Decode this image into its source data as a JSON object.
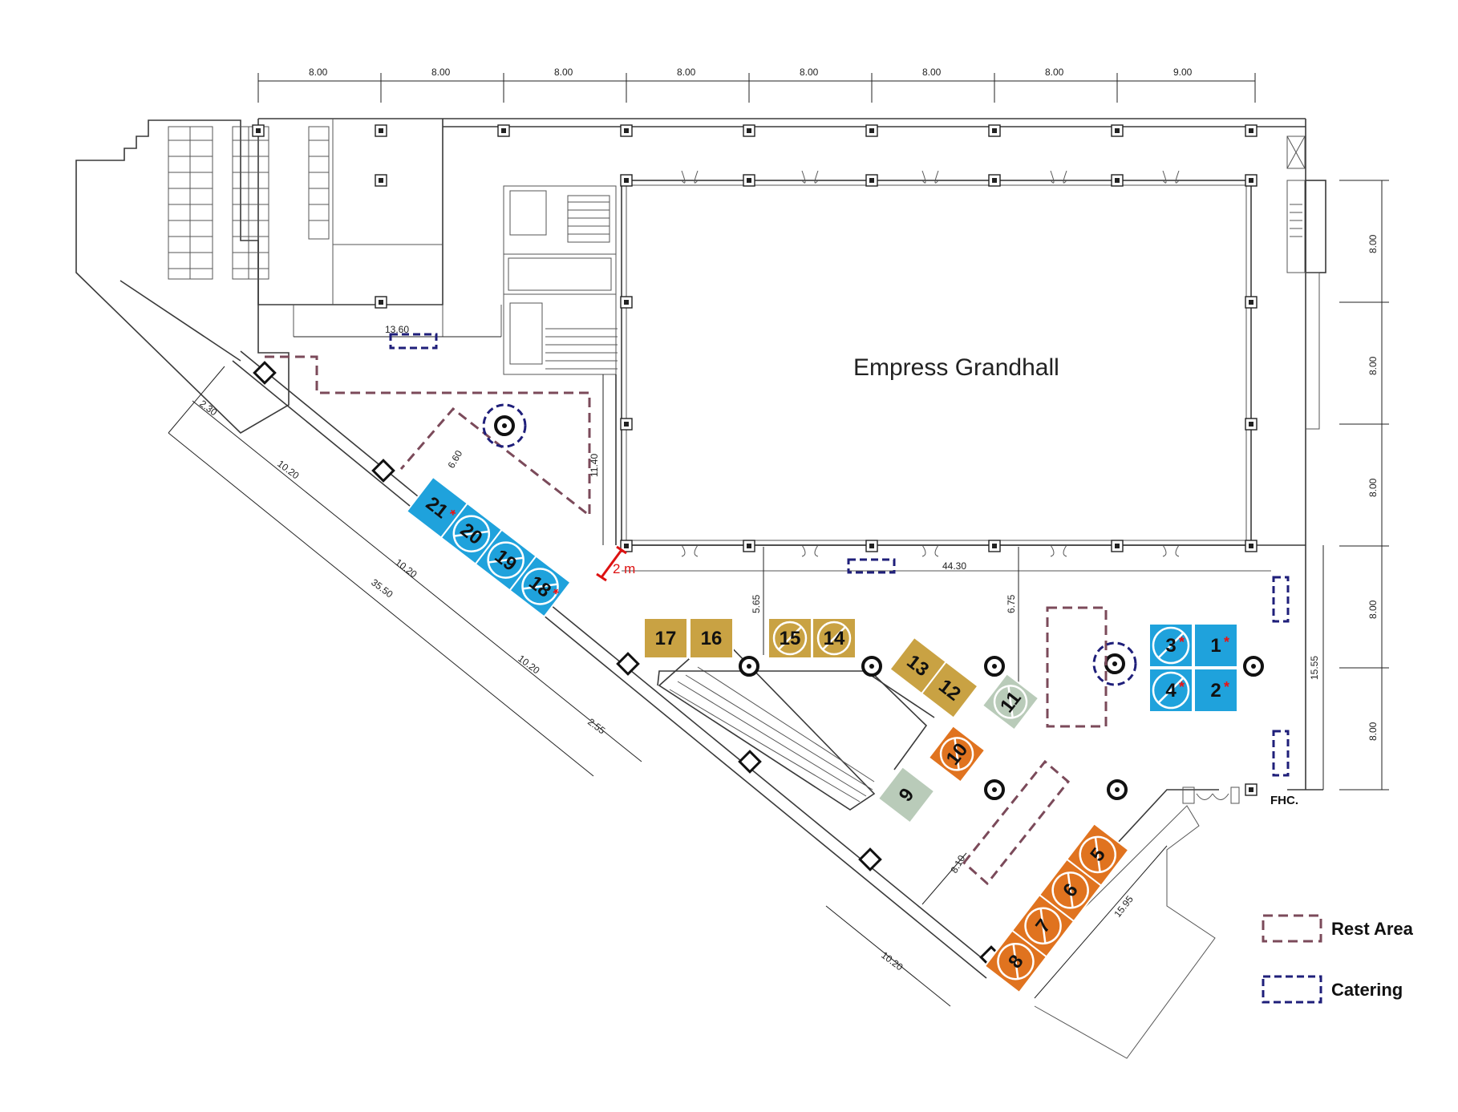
{
  "hall_name": "Empress Grandhall",
  "colors": {
    "blue_booth": "#1fa2dc",
    "gold_booth": "#c9a243",
    "orange_booth": "#e0731f",
    "sage_booth": "#b9cbb9",
    "rest_area": "#7b4a5a",
    "catering": "#1f1f7a",
    "red_marker": "#dd1111"
  },
  "dimensions": {
    "top": [
      "8.00",
      "8.00",
      "8.00",
      "8.00",
      "8.00",
      "8.00",
      "8.00",
      "9.00"
    ],
    "right": [
      "8.00",
      "8.00",
      "8.00",
      "8.00",
      "8.00"
    ],
    "span_1360": "13.60",
    "span_1140": "11.40",
    "span_660": "6.60",
    "span_4430": "44.30",
    "span_565": "5.65",
    "span_675": "6.75",
    "span_1555": "15.55",
    "span_230": "2.30",
    "span_1020_a": "10.20",
    "span_1020_b": "10.20",
    "span_1020_c": "10.20",
    "span_1020_d": "10.20",
    "span_3550": "35.50",
    "span_255": "2.55",
    "span_810": "8.10",
    "span_1595": "15.95"
  },
  "clearance_label": "2 m",
  "fhc_label": "FHC.",
  "legend": {
    "rest_area": "Rest Area",
    "catering": "Catering"
  },
  "booths": {
    "b1": {
      "label": "1",
      "star": "*",
      "taken": false,
      "color": "blue"
    },
    "b2": {
      "label": "2",
      "star": "*",
      "taken": false,
      "color": "blue"
    },
    "b3": {
      "label": "3",
      "star": "*",
      "taken": true,
      "color": "blue"
    },
    "b4": {
      "label": "4",
      "star": "*",
      "taken": true,
      "color": "blue"
    },
    "b5": {
      "label": "5",
      "star": "",
      "taken": true,
      "color": "orange"
    },
    "b6": {
      "label": "6",
      "star": "",
      "taken": true,
      "color": "orange"
    },
    "b7": {
      "label": "7",
      "star": "",
      "taken": true,
      "color": "orange"
    },
    "b8": {
      "label": "8",
      "star": "",
      "taken": true,
      "color": "orange"
    },
    "b9": {
      "label": "9",
      "star": "",
      "taken": false,
      "color": "sage"
    },
    "b10": {
      "label": "10",
      "star": "",
      "taken": true,
      "color": "orange"
    },
    "b11": {
      "label": "11",
      "star": "",
      "taken": true,
      "color": "sage"
    },
    "b12": {
      "label": "12",
      "star": "",
      "taken": false,
      "color": "gold"
    },
    "b13": {
      "label": "13",
      "star": "",
      "taken": false,
      "color": "gold"
    },
    "b14": {
      "label": "14",
      "star": "",
      "taken": true,
      "color": "gold"
    },
    "b15": {
      "label": "15",
      "star": "",
      "taken": true,
      "color": "gold"
    },
    "b16": {
      "label": "16",
      "star": "",
      "taken": false,
      "color": "gold"
    },
    "b17": {
      "label": "17",
      "star": "",
      "taken": false,
      "color": "gold"
    },
    "b18": {
      "label": "18",
      "star": "*",
      "taken": true,
      "color": "blue"
    },
    "b19": {
      "label": "19",
      "star": "",
      "taken": true,
      "color": "blue"
    },
    "b20": {
      "label": "20",
      "star": "",
      "taken": true,
      "color": "blue"
    },
    "b21": {
      "label": "21",
      "star": "*",
      "taken": false,
      "color": "blue"
    }
  }
}
